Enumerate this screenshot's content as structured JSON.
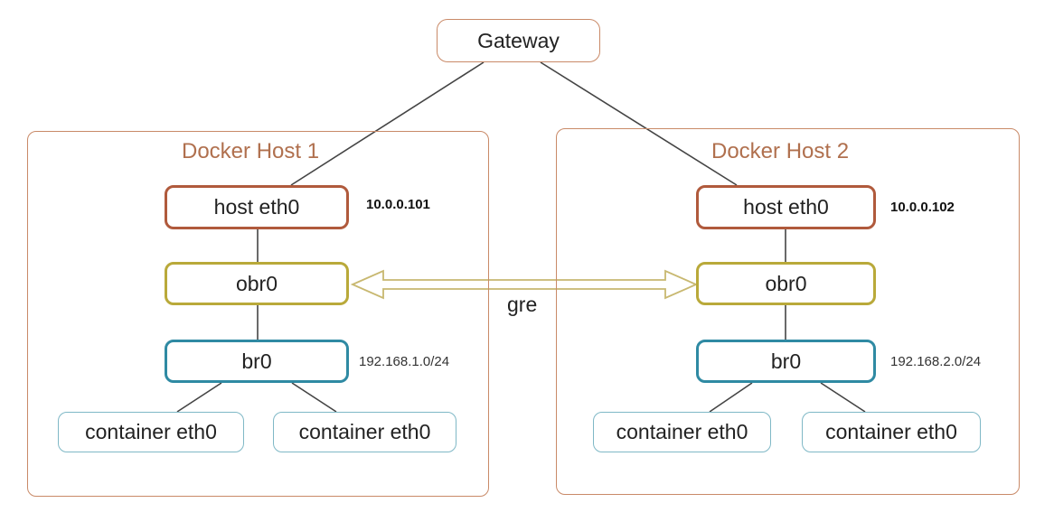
{
  "gateway": {
    "label": "Gateway"
  },
  "hosts": [
    {
      "title": "Docker Host 1",
      "host_eth": "host eth0",
      "host_ip": "10.0.0.101",
      "obr": "obr0",
      "br": "br0",
      "subnet": "192.168.1.0/24",
      "containers": [
        "container eth0",
        "container eth0"
      ]
    },
    {
      "title": "Docker Host 2",
      "host_eth": "host eth0",
      "host_ip": "10.0.0.102",
      "obr": "obr0",
      "br": "br0",
      "subnet": "192.168.2.0/24",
      "containers": [
        "container eth0",
        "container eth0"
      ]
    }
  ],
  "tunnel": {
    "label": "gre"
  },
  "colors": {
    "host_frame": "#c98a68",
    "host_eth": "#b05a3c",
    "obr": "#b9a93a",
    "br": "#2f8aa3",
    "container": "#7fb8c6",
    "tunnel_arrow": "#c8b870"
  }
}
